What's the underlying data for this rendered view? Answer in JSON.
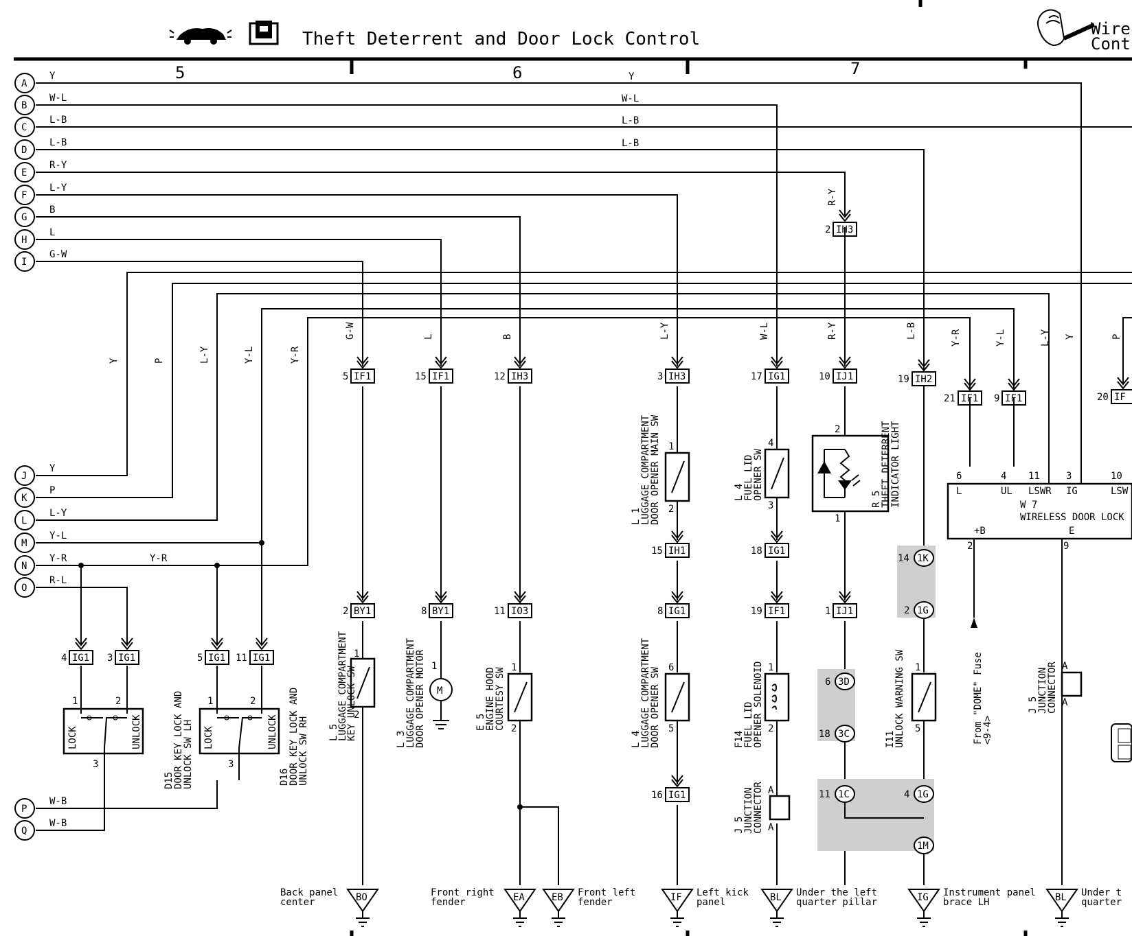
{
  "title": "Theft Deterrent and Door Lock Control",
  "title_right": [
    "Wire",
    "Cont"
  ],
  "columns": [
    "5",
    "6",
    "7"
  ],
  "wires_left": [
    {
      "id": "A",
      "color": "Y"
    },
    {
      "id": "B",
      "color": "W-L"
    },
    {
      "id": "C",
      "color": "L-B"
    },
    {
      "id": "D",
      "color": "L-B"
    },
    {
      "id": "E",
      "color": "R-Y"
    },
    {
      "id": "F",
      "color": "L-Y"
    },
    {
      "id": "G",
      "color": "B"
    },
    {
      "id": "H",
      "color": "L"
    },
    {
      "id": "I",
      "color": "G-W"
    },
    {
      "id": "J",
      "color": "Y"
    },
    {
      "id": "K",
      "color": "P"
    },
    {
      "id": "L",
      "color": "L-Y"
    },
    {
      "id": "M",
      "color": "Y-L"
    },
    {
      "id": "N",
      "color": "Y-R"
    },
    {
      "id": "O",
      "color": "R-L"
    },
    {
      "id": "P",
      "color": "W-B"
    },
    {
      "id": "Q",
      "color": "W-B"
    }
  ],
  "mid_colors": [
    "Y",
    "W-L",
    "L-B",
    "L-B",
    "Y-R"
  ],
  "vertical_colors": [
    "Y",
    "P",
    "L-Y",
    "Y-L",
    "Y-R",
    "G-W",
    "L",
    "B",
    "L-Y",
    "W-L",
    "R-Y",
    "R-Y",
    "L-B",
    "Y-R",
    "Y-L",
    "L-Y",
    "Y",
    "P"
  ],
  "connectors": [
    {
      "pin": "5",
      "id": "IF1"
    },
    {
      "pin": "15",
      "id": "IF1"
    },
    {
      "pin": "12",
      "id": "IH3"
    },
    {
      "pin": "3",
      "id": "IH3"
    },
    {
      "pin": "17",
      "id": "IG1"
    },
    {
      "pin": "10",
      "id": "IJ1"
    },
    {
      "pin": "19",
      "id": "IH2"
    },
    {
      "pin": "21",
      "id": "IF1"
    },
    {
      "pin": "9",
      "id": "IF1"
    },
    {
      "pin": "20",
      "id": "IF"
    },
    {
      "pin": "2",
      "id": "IH3"
    },
    {
      "pin": "2",
      "id": "BY1"
    },
    {
      "pin": "8",
      "id": "BY1"
    },
    {
      "pin": "11",
      "id": "IO3"
    },
    {
      "pin": "15",
      "id": "IH1"
    },
    {
      "pin": "8",
      "id": "IG1"
    },
    {
      "pin": "16",
      "id": "IG1"
    },
    {
      "pin": "18",
      "id": "IG1"
    },
    {
      "pin": "19",
      "id": "IF1"
    },
    {
      "pin": "1",
      "id": "IJ1"
    },
    {
      "pin": "4",
      "id": "IG1"
    },
    {
      "pin": "3",
      "id": "IG1"
    },
    {
      "pin": "5",
      "id": "IG1"
    },
    {
      "pin": "11",
      "id": "IG1"
    }
  ],
  "splices": [
    {
      "pin": "14",
      "id": "1K"
    },
    {
      "pin": "2",
      "id": "1G"
    },
    {
      "pin": "6",
      "id": "3D"
    },
    {
      "pin": "18",
      "id": "3C"
    },
    {
      "pin": "11",
      "id": "1C"
    },
    {
      "pin": "4",
      "id": "1G"
    },
    {
      "pin": "",
      "id": "1M"
    }
  ],
  "components": {
    "d15": [
      "D15",
      "DOOR KEY LOCK AND",
      "UNLOCK SW LH"
    ],
    "d16": [
      "D16",
      "DOOR KEY LOCK AND",
      "UNLOCK SW RH"
    ],
    "l5": [
      "L 5",
      "LUGGAGE COMPARTMENT",
      "KEY UNLOCK SW"
    ],
    "l3": [
      "L 3",
      "LUGGAGE COMPARTMENT",
      "DOOR OPENER MOTOR"
    ],
    "e5": [
      "E 5",
      "ENGINE HOOD",
      "COURTESY SW"
    ],
    "l1": [
      "L 1",
      "LUGGAGE COMPARTMENT",
      "DOOR OPENER MAIN SW"
    ],
    "l4a": [
      "L 4",
      "LUGGAGE COMPARTMENT",
      "DOOR OPENER SW"
    ],
    "l4b": [
      "L 4",
      "FUEL LID",
      "OPENER SW"
    ],
    "f14": [
      "F14",
      "FUEL LID",
      "OPENER SOLENOID"
    ],
    "j5": [
      "J 5",
      "JUNCTION",
      "CONNECTOR"
    ],
    "r5": [
      "R 5",
      "THEFT DETERRENT",
      "INDICATOR LIGHT"
    ],
    "i11": [
      "I11",
      "UNLOCK WARNING SW"
    ],
    "j5b": [
      "J 5",
      "JUNCTION",
      "CONNECTOR"
    ],
    "w7": [
      "W 7",
      "WIRELESS DOOR LOCK"
    ],
    "w7_pins": [
      "6",
      "4",
      "11",
      "3",
      "10"
    ],
    "w7_terms": [
      "L",
      "UL",
      "LSWR",
      "IG",
      "LSW"
    ],
    "w7_bottom": [
      "+B",
      "E"
    ],
    "w7_bottom_pins": [
      "2",
      "9"
    ],
    "switch_terms": [
      "LOCK",
      "UNLOCK"
    ],
    "motor": "M"
  },
  "fuse_note": [
    "From \"DOME\" Fuse",
    "<9-4>"
  ],
  "grounds": [
    {
      "id": "BO",
      "label": [
        "Back panel",
        "center"
      ]
    },
    {
      "id": "EA",
      "label": [
        "Front right",
        "fender"
      ]
    },
    {
      "id": "EB",
      "label": [
        "Front left",
        "fender"
      ]
    },
    {
      "id": "IF",
      "label": [
        "Left kick",
        "panel"
      ]
    },
    {
      "id": "BL",
      "label": [
        "Under the left",
        "quarter pillar"
      ]
    },
    {
      "id": "IG",
      "label": [
        "Instrument panel",
        "brace LH"
      ]
    },
    {
      "id": "BL",
      "label": [
        "Under t",
        "quarter"
      ]
    }
  ],
  "colors": {
    "ink": "#000000",
    "paper": "#ffffff",
    "shade": "#cfcfcf"
  }
}
